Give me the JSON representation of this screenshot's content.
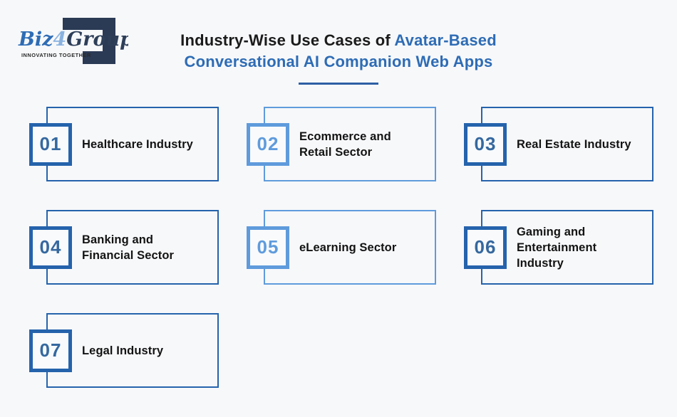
{
  "logo": {
    "biz": "Biz",
    "four": "4",
    "group": "Group",
    "tagline": "INNOVATING TOGETHER"
  },
  "title": {
    "prefix": "Industry-Wise Use Cases of ",
    "highlight": "Avatar-Based",
    "line2": "Conversational AI Companion Web Apps"
  },
  "cards": [
    {
      "number": "01",
      "label": "Healthcare Industry",
      "variant": "dark"
    },
    {
      "number": "02",
      "label": "Ecommerce and\nRetail Sector",
      "variant": "light"
    },
    {
      "number": "03",
      "label": "Real Estate Industry",
      "variant": "dark"
    },
    {
      "number": "04",
      "label": "Banking and\nFinancial Sector",
      "variant": "dark"
    },
    {
      "number": "05",
      "label": "eLearning Sector",
      "variant": "light"
    },
    {
      "number": "06",
      "label": "Gaming and\nEntertainment\nIndustry",
      "variant": "dark"
    },
    {
      "number": "07",
      "label": "Legal Industry",
      "variant": "dark"
    }
  ],
  "colors": {
    "background": "#f7f8fa",
    "accent_dark_blue": "#2563ac",
    "accent_light_blue": "#5f9bdc",
    "title_blue": "#2e6cb5",
    "underline_blue": "#2e5fa4",
    "logo_navy": "#2b3a55",
    "logo_blue": "#2e6cb5",
    "logo_light_blue": "#8ab2e0",
    "text_dark": "#1b1b1b"
  }
}
